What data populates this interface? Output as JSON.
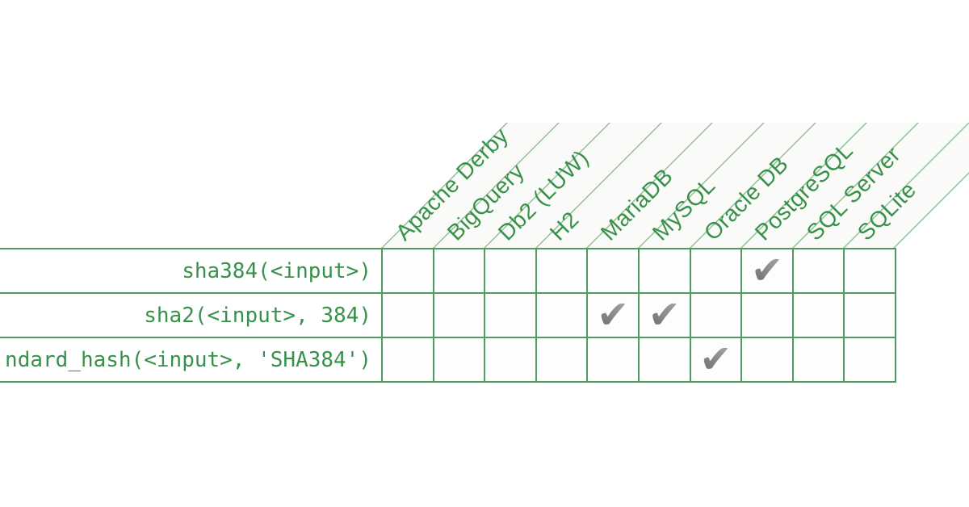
{
  "colors": {
    "background": "#ffffff",
    "text_green": "#38914a",
    "grid_line": "#4f9a5e",
    "diagonal_line": "#8abf93",
    "band_fill": "#fafbf9",
    "cell_fill": "#fcfdfc",
    "check_light": "#a9a9a9",
    "check_dark": "#6f6f6f"
  },
  "glyphs": {
    "check": "✔"
  },
  "icons": {
    "checkmark-icon": "gray gradient heavy check mark indicating supported"
  },
  "chart_data": {
    "type": "table",
    "title": "",
    "columns": [
      "Apache Derby",
      "BigQuery",
      "Db2 (LUW)",
      "H2",
      "MariaDB",
      "MySQL",
      "Oracle DB",
      "PostgreSQL",
      "SQL Server",
      "SQLite"
    ],
    "rows": [
      {
        "label": "sha384(<input>)",
        "supported": [
          "PostgreSQL"
        ]
      },
      {
        "label": "sha2(<input>, 384)",
        "supported": [
          "MariaDB",
          "MySQL"
        ]
      },
      {
        "label": "ndard_hash(<input>, 'SHA384')",
        "supported": [
          "Oracle DB"
        ]
      }
    ],
    "legend_position": "none",
    "grid": true
  }
}
